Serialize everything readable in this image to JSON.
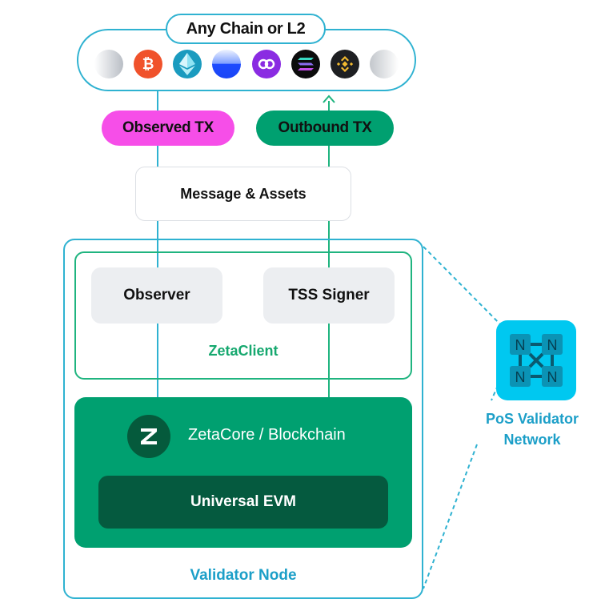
{
  "chain": {
    "title": "Any Chain or L2",
    "icons": [
      {
        "name": "faded-chain-left-icon",
        "glyph": ""
      },
      {
        "name": "bitcoin-icon",
        "glyph": "₿"
      },
      {
        "name": "ethereum-icon",
        "glyph": ""
      },
      {
        "name": "base-icon",
        "glyph": ""
      },
      {
        "name": "polygon-icon",
        "glyph": ""
      },
      {
        "name": "solana-icon",
        "glyph": ""
      },
      {
        "name": "bnb-icon",
        "glyph": ""
      },
      {
        "name": "faded-chain-right-icon",
        "glyph": ""
      }
    ]
  },
  "flow": {
    "observed_tx": "Observed TX",
    "outbound_tx": "Outbound TX",
    "message_assets": "Message & Assets"
  },
  "zetaclient": {
    "label": "ZetaClient",
    "observer": "Observer",
    "tss_signer": "TSS Signer"
  },
  "zetacore": {
    "label": "ZetaCore / Blockchain",
    "evm": "Universal EVM"
  },
  "validator_node": {
    "label": "Validator Node"
  },
  "pos_network": {
    "label_line1": "PoS Validator",
    "label_line2": "Network",
    "node_letter": "N"
  },
  "colors": {
    "cyan_line": "#2fb2d1",
    "green_line": "#1fb47f",
    "observed_pink": "#f64ee8",
    "outbound_green": "#00a070",
    "zetacore_green": "#00a070",
    "evm_dark_green": "#055a3f",
    "pos_cyan": "#00c8f0"
  }
}
